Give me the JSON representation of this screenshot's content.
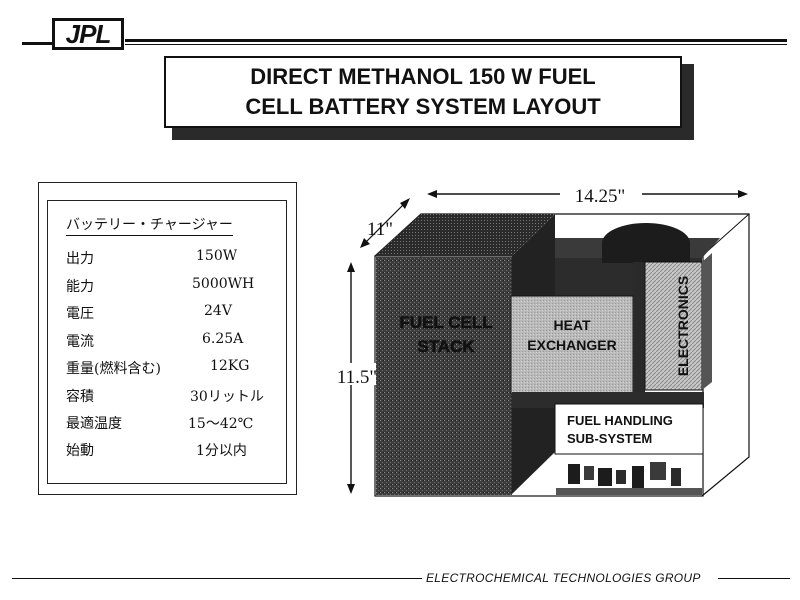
{
  "header": {
    "logo_text": "JPL",
    "title_line1": "DIRECT METHANOL 150 W  FUEL",
    "title_line2": "CELL BATTERY SYSTEM  LAYOUT"
  },
  "specs": {
    "title": "バッテリー・チャージャー",
    "rows": [
      {
        "label": "出力",
        "value": "150W"
      },
      {
        "label": "能力",
        "value": "5000WH"
      },
      {
        "label": "電圧",
        "value": "24V"
      },
      {
        "label": "電流",
        "value": "6.25A"
      },
      {
        "label": "重量(燃料含む)",
        "value": "12KG"
      },
      {
        "label": "容積",
        "value": "30リットル"
      },
      {
        "label": "最適温度",
        "value": "15～42℃"
      },
      {
        "label": "始動",
        "value": "1分以内"
      }
    ]
  },
  "diagram": {
    "dim_width": "14.25\"",
    "dim_depth": "11\"",
    "dim_height": "11.5\"",
    "fuel_cell_line1": "FUEL CELL",
    "fuel_cell_line2": "STACK",
    "heat_line1": "HEAT",
    "heat_line2": "EXCHANGER",
    "electronics": "ELECTRONICS",
    "fuel_handling_line1": "FUEL HANDLING",
    "fuel_handling_line2": "SUB-SYSTEM"
  },
  "footer": {
    "text": "ELECTROCHEMICAL TECHNOLOGIES GROUP"
  }
}
